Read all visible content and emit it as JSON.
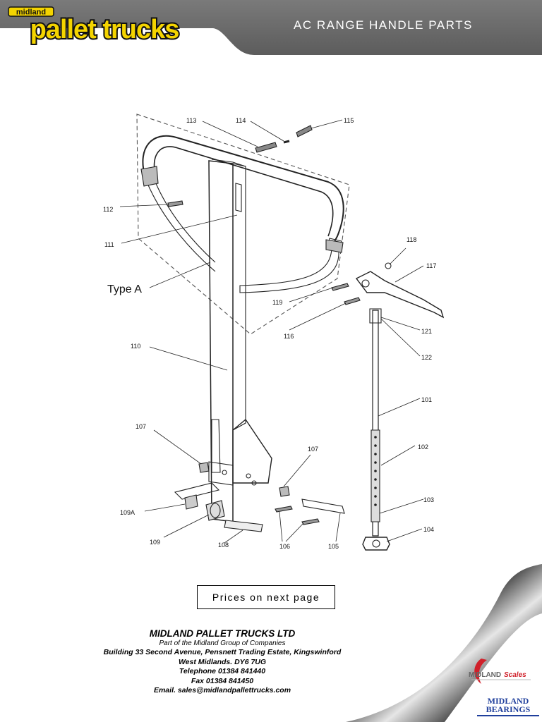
{
  "header": {
    "title": "AC RANGE HANDLE PARTS",
    "logo_top_text": "midland",
    "logo_main_text": "pallet trucks",
    "bar_color": "#6a6a6a",
    "logo_yellow": "#f4d400"
  },
  "diagram": {
    "type_label": "Type A",
    "callouts": [
      "113",
      "114",
      "115",
      "112",
      "111",
      "118",
      "117",
      "119",
      "116",
      "121",
      "122",
      "110",
      "101",
      "107",
      "102",
      "107",
      "103",
      "109A",
      "104",
      "109",
      "108",
      "106",
      "105"
    ]
  },
  "prices_note": "Prices on next page",
  "company": {
    "name": "MIDLAND PALLET TRUCKS LTD",
    "group": "Part of the Midland Group of Companies",
    "address1": "Building 33 Second Avenue, Pensnett Trading Estate, Kingswinford",
    "address2": "West Midlands. DY6 7UG",
    "telephone": "Telephone 01384 841440",
    "fax": "Fax  01384 841450",
    "email": "Email. sales@midlandpallettrucks.com"
  },
  "brands": {
    "scales_a": "MIDLAND",
    "scales_b": "Scales",
    "bearings_a": "MIDLAND",
    "bearings_b": "BEARINGS",
    "red": "#d0202a",
    "blue": "#1f3f9c"
  }
}
